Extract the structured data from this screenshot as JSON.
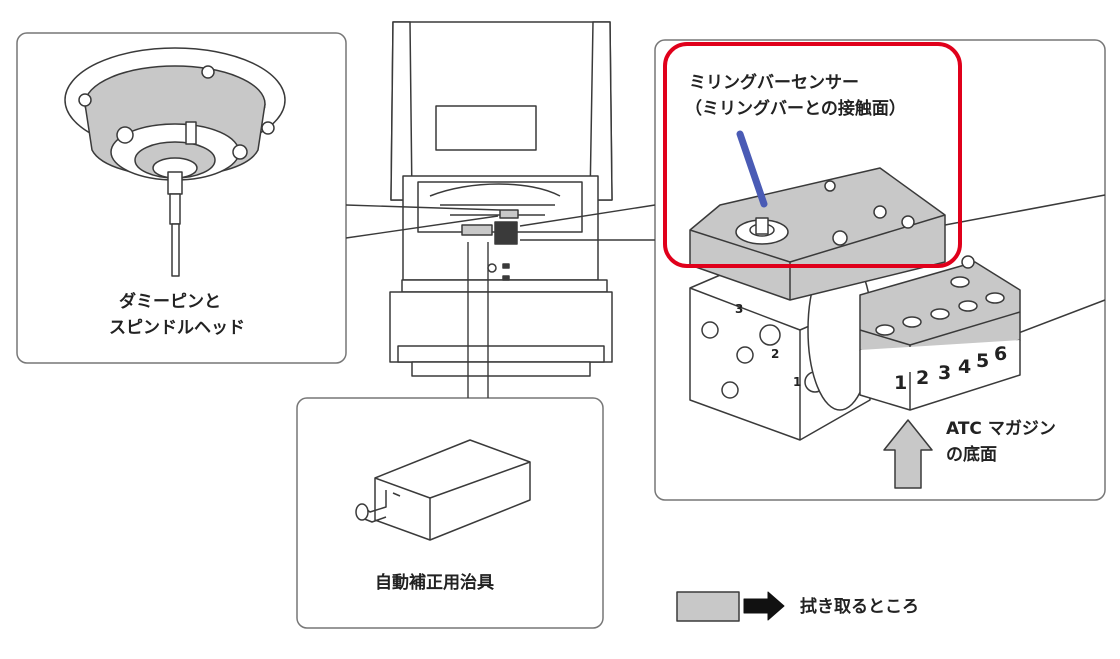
{
  "callouts": {
    "spindle": {
      "line1": "ダミーピンと",
      "line2": "スピンドルヘッド"
    },
    "jig": {
      "label": "自動補正用治具"
    },
    "sensor": {
      "line1": "ミリングバーセンサー",
      "line2": "（ミリングバーとの接触面）"
    },
    "magazine": {
      "line1": "ATC マガジン",
      "line2": "の底面"
    },
    "slot_numbers": [
      "1",
      "2",
      "3",
      "4",
      "5",
      "6"
    ],
    "position_numbers": [
      "1",
      "2",
      "3"
    ]
  },
  "legend": {
    "label": "拭き取るところ",
    "swatch_color": "#c8c8c8"
  },
  "colors": {
    "highlight": "#e0001b",
    "sensor_marker": "#4a5bb5",
    "wipe_area": "#c8c8c8",
    "outline": "#3a3a3a"
  }
}
